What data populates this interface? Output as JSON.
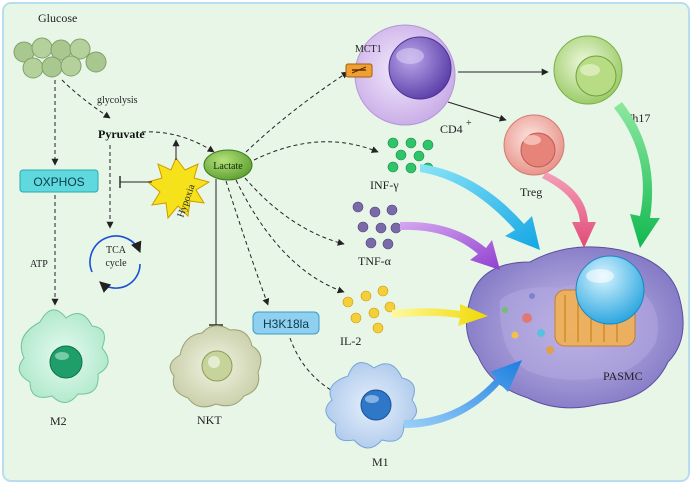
{
  "labels": {
    "glucose": "Glucose",
    "glycolysis": "glycolysis",
    "pyruvate": "Pyruvate",
    "oxphos": "OXPHOS",
    "atp": "ATP",
    "tca_line1": "TCA",
    "tca_line2": "cycle",
    "hypoxia": "Hypoxia",
    "lactate": "Lactate",
    "mct1": "MCT1",
    "cd4": "CD4",
    "cd4_sup": "+",
    "th17": "Th17",
    "treg": "Treg",
    "inf_gamma": "INF-γ",
    "tnf_alpha": "TNF-α",
    "il2": "IL-2",
    "h3k18la": "H3K18la",
    "nkt": "NKT",
    "m1": "M1",
    "m2": "M2",
    "pasmc": "PASMC"
  },
  "colors": {
    "background": "#e8f6e8",
    "oxphos_box": "#5fd9de",
    "h3k18la_box": "#8fd0f0",
    "lactate": "#7ec24a",
    "glucose": "#a8c890",
    "hypoxia": "#f5e21a",
    "inf_dots": "#2ec46a",
    "tnf_dots": "#7a6aa8",
    "il2_dots": "#f5cf3a",
    "arrow_cyan": "#1fb8e8",
    "arrow_purple": "#a060d0",
    "arrow_yellow": "#f0e020",
    "arrow_pink": "#e05080",
    "arrow_green": "#20c060",
    "arrow_blue": "#2a8ae0"
  }
}
